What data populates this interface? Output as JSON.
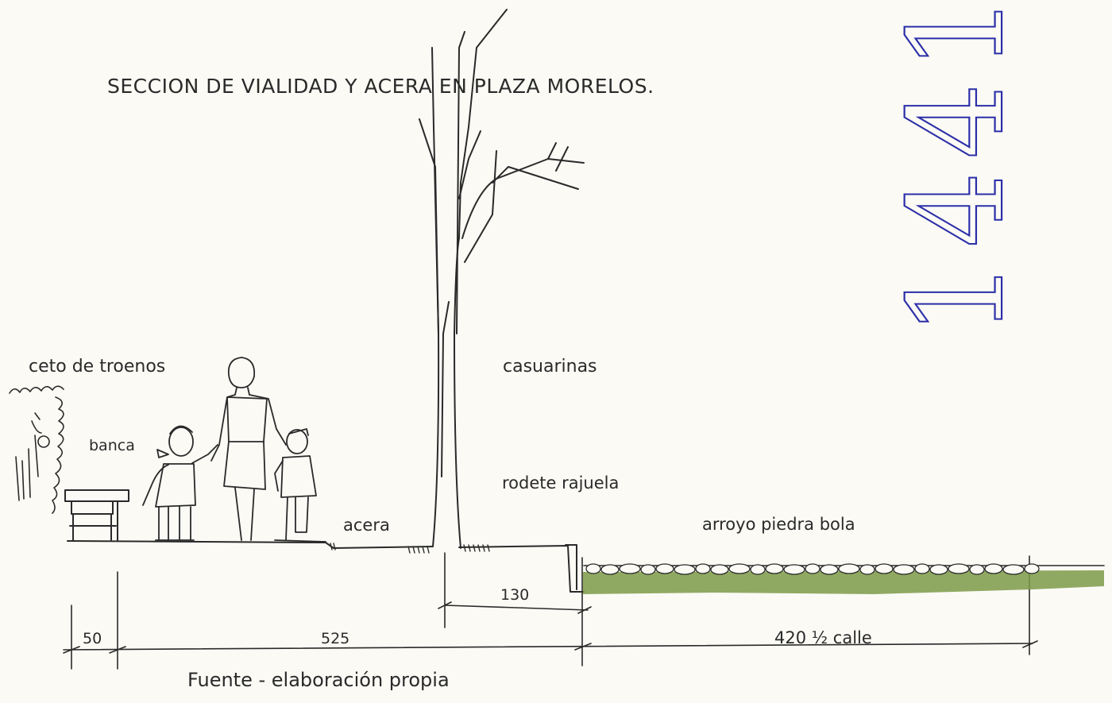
{
  "title": "SECCION DE VIALIDAD Y ACERA EN PLAZA MORELOS.",
  "page_number": "1441",
  "labels": {
    "ceto": "ceto de troenos",
    "casuarinas": "casuarinas",
    "banca": "banca",
    "rodete": "rodete rajuela",
    "acera": "acera",
    "arroyo": "arroyo piedra bola"
  },
  "dimensions": {
    "d50": "50",
    "d525": "525",
    "d130": "130",
    "d420": "420 ½ calle"
  },
  "source": "Fuente - elaboración propia",
  "colors": {
    "ink": "#2a2a2a",
    "page_number": "#2b2fa8",
    "grass": "#7d9a48",
    "paper": "#fbfaf5"
  }
}
